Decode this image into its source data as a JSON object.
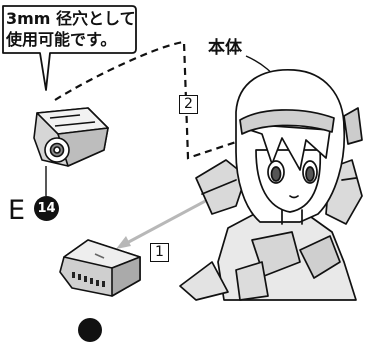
{
  "callout": {
    "line1": "3mm 径穴として",
    "line2": "使用可能です。"
  },
  "labels": {
    "body": "本体",
    "part_letter": "E",
    "part_number": "14"
  },
  "steps": {
    "one": "1",
    "two": "2"
  },
  "icons": {
    "wrong": "x-circle-icon"
  },
  "colors": {
    "ink": "#111111",
    "tone": "#cfcfcf",
    "paper": "#ffffff"
  }
}
